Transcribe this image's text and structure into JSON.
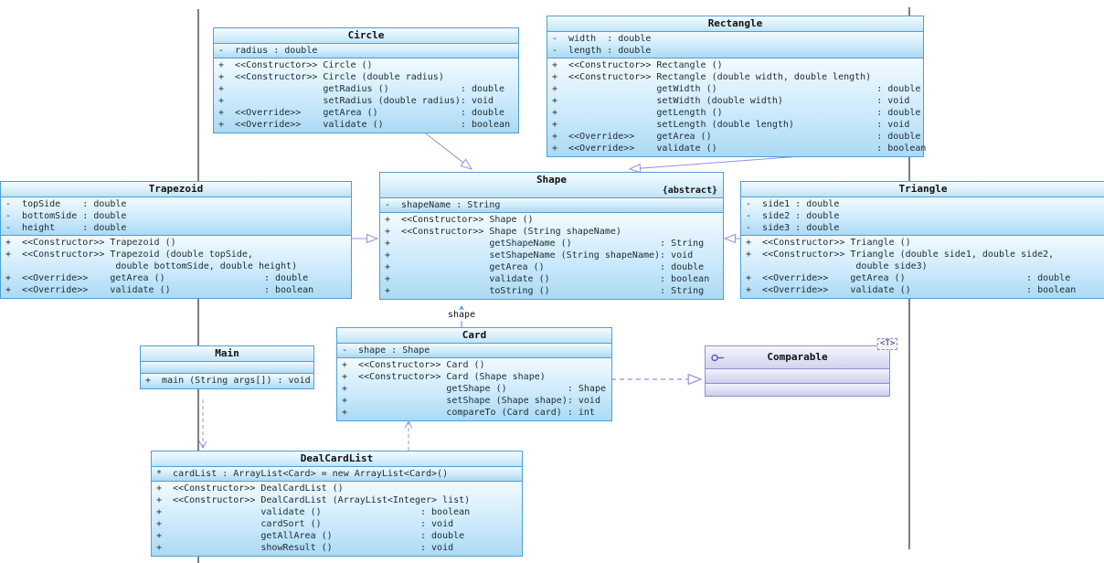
{
  "diagram": {
    "labels": {
      "card_shape_association": "shape"
    },
    "colors": {
      "class_border": "#4d9fd6",
      "class_fill_top": "#f2fafe",
      "class_fill_bottom": "#abdaf4",
      "interface_border": "#8f8fd2",
      "interface_fill": "#e7e7fa",
      "generalization_arrow": "#9590e2",
      "association_arrow": "#3b9af0",
      "frame_line": "#2b2b2b"
    },
    "classes": {
      "circle": {
        "title": "Circle",
        "attributes": [
          "-  radius : double"
        ],
        "methods": [
          "+  <<Constructor>> Circle ()",
          "+  <<Constructor>> Circle (double radius)",
          "+                  getRadius ()             : double",
          "+                  setRadius (double radius): void",
          "+  <<Override>>    getArea ()               : double",
          "+  <<Override>>    validate ()              : boolean"
        ]
      },
      "rectangle": {
        "title": "Rectangle",
        "attributes": [
          "-  width  : double",
          "-  length : double"
        ],
        "methods": [
          "+  <<Constructor>> Rectangle ()",
          "+  <<Constructor>> Rectangle (double width, double length)",
          "+                  getWidth ()                             : double",
          "+                  setWidth (double width)                 : void",
          "+                  getLength ()                            : double",
          "+                  setLength (double length)               : void",
          "+  <<Override>>    getArea ()                              : double",
          "+  <<Override>>    validate ()                             : boolean"
        ]
      },
      "trapezoid": {
        "title": "Trapezoid",
        "attributes": [
          "-  topSide    : double",
          "-  bottomSide : double",
          "-  height     : double"
        ],
        "methods": [
          "+  <<Constructor>> Trapezoid ()",
          "+  <<Constructor>> Trapezoid (double topSide,",
          "                    double bottomSide, double height)",
          "+  <<Override>>    getArea ()                  : double",
          "+  <<Override>>    validate ()                 : boolean"
        ]
      },
      "shape": {
        "title": "Shape",
        "stereotype": "{abstract}",
        "attributes": [
          "-  shapeName : String"
        ],
        "methods": [
          "+  <<Constructor>> Shape ()",
          "+  <<Constructor>> Shape (String shapeName)",
          "+                  getShapeName ()                : String",
          "+                  setShapeName (String shapeName): void",
          "+                  getArea ()                     : double",
          "+                  validate ()                    : boolean",
          "+                  toString ()                    : String"
        ]
      },
      "triangle": {
        "title": "Triangle",
        "attributes": [
          "-  side1 : double",
          "-  side2 : double",
          "-  side3 : double"
        ],
        "methods": [
          "+  <<Constructor>> Triangle ()",
          "+  <<Constructor>> Triangle (double side1, double side2,",
          "                    double side3)",
          "+  <<Override>>    getArea ()                      : double",
          "+  <<Override>>    validate ()                     : boolean"
        ]
      },
      "main": {
        "title": "Main",
        "attributes": [],
        "methods": [
          "+  main (String args[]) : void"
        ]
      },
      "card": {
        "title": "Card",
        "attributes": [
          "-  shape : Shape"
        ],
        "methods": [
          "+  <<Constructor>> Card ()",
          "+  <<Constructor>> Card (Shape shape)",
          "+                  getShape ()           : Shape",
          "+                  setShape (Shape shape): void",
          "+                  compareTo (Card card) : int"
        ]
      },
      "comparable": {
        "title": "Comparable",
        "template_param": "<T>"
      },
      "dealcardlist": {
        "title": "DealCardList",
        "attributes": [
          "*  cardList : ArrayList<Card> = new ArrayList<Card>()"
        ],
        "methods": [
          "+  <<Constructor>> DealCardList ()",
          "+  <<Constructor>> DealCardList (ArrayList<Integer> list)",
          "+                  validate ()                  : boolean",
          "+                  cardSort ()                  : void",
          "+                  getAllArea ()                : double",
          "+                  showResult ()                : void"
        ]
      }
    }
  }
}
